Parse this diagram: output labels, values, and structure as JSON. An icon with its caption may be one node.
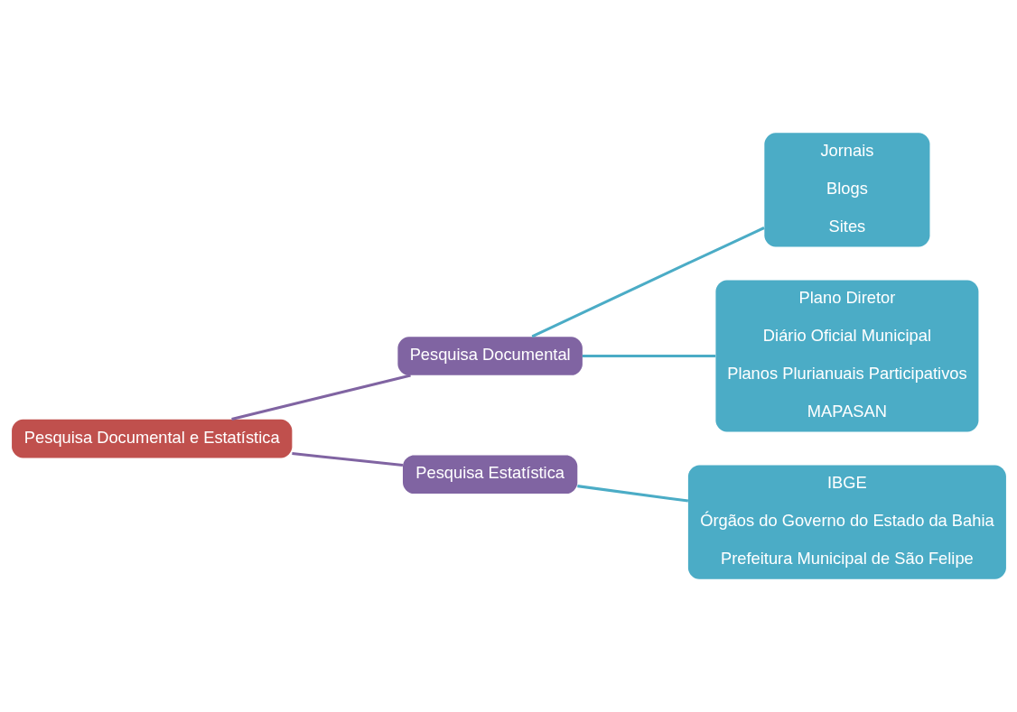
{
  "diagram": {
    "nodes": [
      {
        "text": [
          "Pesquisa Documental e Estatística"
        ]
      },
      {
        "text": [
          "Pesquisa Documental"
        ]
      },
      {
        "text": [
          "Pesquisa Estatística"
        ]
      },
      {
        "text": [
          "Jornais",
          "Blogs",
          "Sites"
        ]
      },
      {
        "text": [
          "Plano Diretor",
          "Diário Oficial Municipal",
          "Planos Plurianuais Participativos",
          "MAPASAN"
        ]
      },
      {
        "text": [
          "IBGE",
          "Órgãos do Governo do Estado da Bahia",
          "Prefeitura Municipal de São Felipe"
        ]
      }
    ],
    "edges": [
      {
        "from": 0,
        "to": 1,
        "arrow": "none",
        "color": "#8064a2"
      },
      {
        "from": 0,
        "to": 2,
        "arrow": "none",
        "color": "#8064a2"
      },
      {
        "from": 1,
        "to": 3,
        "arrow": "none"
      },
      {
        "from": 1,
        "to": 4,
        "arrow": "none"
      },
      {
        "from": 2,
        "to": 5,
        "arrow": "none"
      }
    ]
  }
}
